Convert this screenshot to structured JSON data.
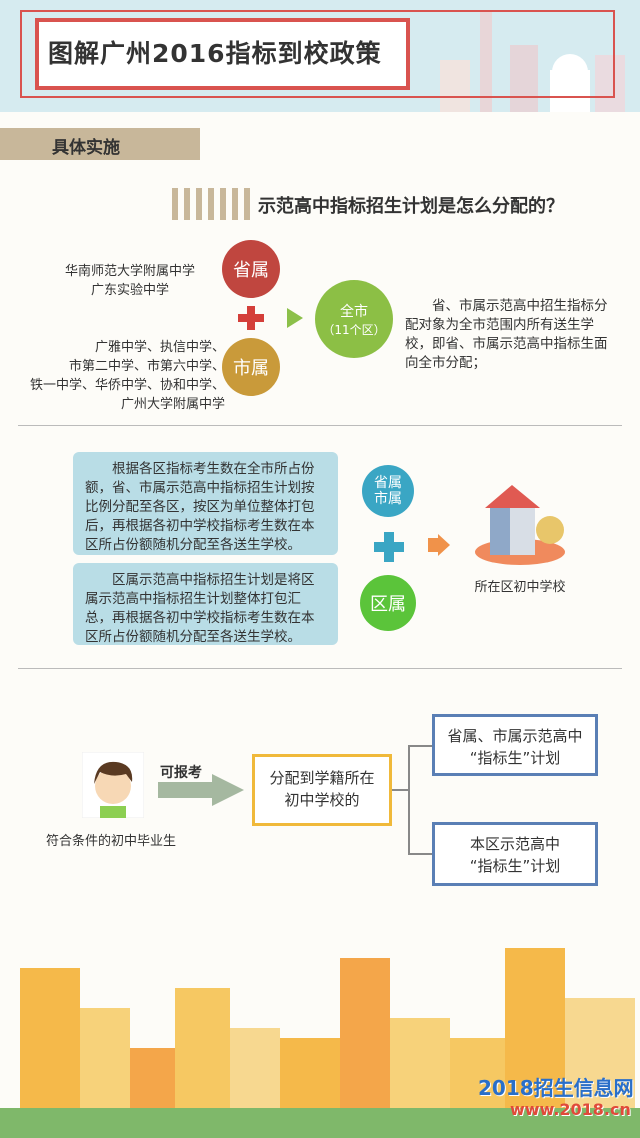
{
  "title": "图解广州2016指标到校政策",
  "section": "具体实施",
  "question": "示范高中指标招生计划是怎么分配的？",
  "part1": {
    "provincial_schools": [
      "华南师范大学附属中学",
      "广东实验中学"
    ],
    "provincial_label": "省属",
    "municipal_label": "市属",
    "municipal_schools": [
      "广雅中学、执信中学、",
      "市第二中学、市第六中学、",
      "铁一中学、华侨中学、协和中学、",
      "广州大学附属中学"
    ],
    "city_label": "全市",
    "city_sub": "（11个区）",
    "description": "省、市属示范高中招生指标分配对象为全市范围内所有送生学校，即省、市属示范高中指标生面向全市分配；"
  },
  "part2": {
    "box1": "根据各区指标考生数在全市所占份额，省、市属示范高中指标招生计划按比例分配至各区，按区为单位整体打包后，再根据各初中学校指标考生数在本区所占份额随机分配至各送生学校。",
    "box2": "区属示范高中指标招生计划是将区属示范高中指标招生计划整体打包汇总，再根据各初中学校指标考生数在本区所占份额随机分配至各送生学校。",
    "circle1": [
      "省属",
      "市属"
    ],
    "circle2": "区属",
    "result": "所在区初中学校"
  },
  "part3": {
    "student_label": "符合条件的初中毕业生",
    "arrow_label": "可报考",
    "middle": [
      "分配到学籍所在",
      "初中学校的"
    ],
    "plan1": [
      "省属、市属示范高中",
      "“指标生”计划"
    ],
    "plan2": [
      "本区示范高中",
      "“指标生”计划"
    ]
  },
  "watermark": {
    "name": "2018招生信息网",
    "url": "www.2018.cn"
  }
}
